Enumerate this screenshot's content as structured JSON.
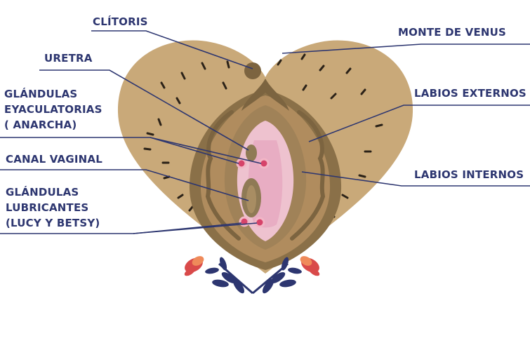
{
  "labels": {
    "clitoris": "CLÍTORIS",
    "monte_de_venus": "MONTE DE VENUS",
    "uretra": "URETRA",
    "glandulas_eyaculatorias": [
      "GLÁNDULAS",
      "EYACULATORIAS",
      "( ANARCHA)"
    ],
    "labios_externos": "LABIOS EXTERNOS",
    "canal_vaginal": "CANAL VAGINAL",
    "labios_internos": "LABIOS INTERNOS",
    "glandulas_lubricantes": [
      "GLÁNDULAS",
      "LUBRICANTES",
      "(LUCY Y BETSY)"
    ]
  },
  "colors": {
    "label_text": "#2d3670",
    "heart_fill": "#c9a979",
    "outer_lip": "#b08c5e",
    "outer_lip_shadow": "#8a7048",
    "inner_lip": "#a08258",
    "vestibule": "#eec2cf",
    "vestibule_inner": "#e6a4bd",
    "opening": "#8f7a55",
    "gland_dot": "#d6436a",
    "leaf_blue": "#2d3670",
    "flower_red": "#d94a4a",
    "flower_orange": "#ef8a5a"
  }
}
